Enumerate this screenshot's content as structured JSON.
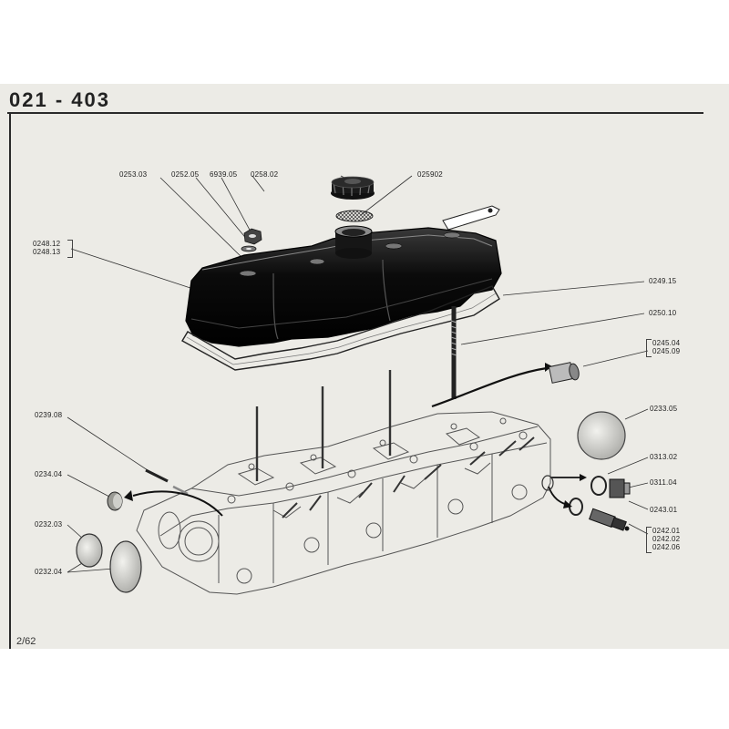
{
  "header": {
    "title": "021 - 403"
  },
  "footer": {
    "page": "2/62"
  },
  "labels": {
    "l025303": "0253.03",
    "l025205": "0252.05",
    "l693905": "6939.05",
    "l025802": "0258.02",
    "l025902": "025902",
    "l024812": "0248.12",
    "l024813": "0248.13",
    "l024915": "0249.15",
    "l025010": "0250.10",
    "l024504": "0245.04",
    "l024509": "0245.09",
    "l023908": "0239.08",
    "l023305": "0233.05",
    "l031302": "0313.02",
    "l023404": "0234.04",
    "l031104": "0311.04",
    "l024301": "0243.01",
    "l023203": "0232.03",
    "l024201": "0242.01",
    "l024202": "0242.02",
    "l024206": "0242.06",
    "l023204": "0232.04"
  },
  "colors": {
    "paper": "#ecebe6",
    "ink": "#222222",
    "cover": "#0d0d0d"
  },
  "icons": {
    "cap": "oil-filler-cap-icon",
    "cover": "rocker-cover-icon",
    "gasket": "cover-gasket-icon",
    "head": "cylinder-head-icon",
    "plug": "core-plug-icon",
    "sensor": "temperature-sensor-icon"
  }
}
